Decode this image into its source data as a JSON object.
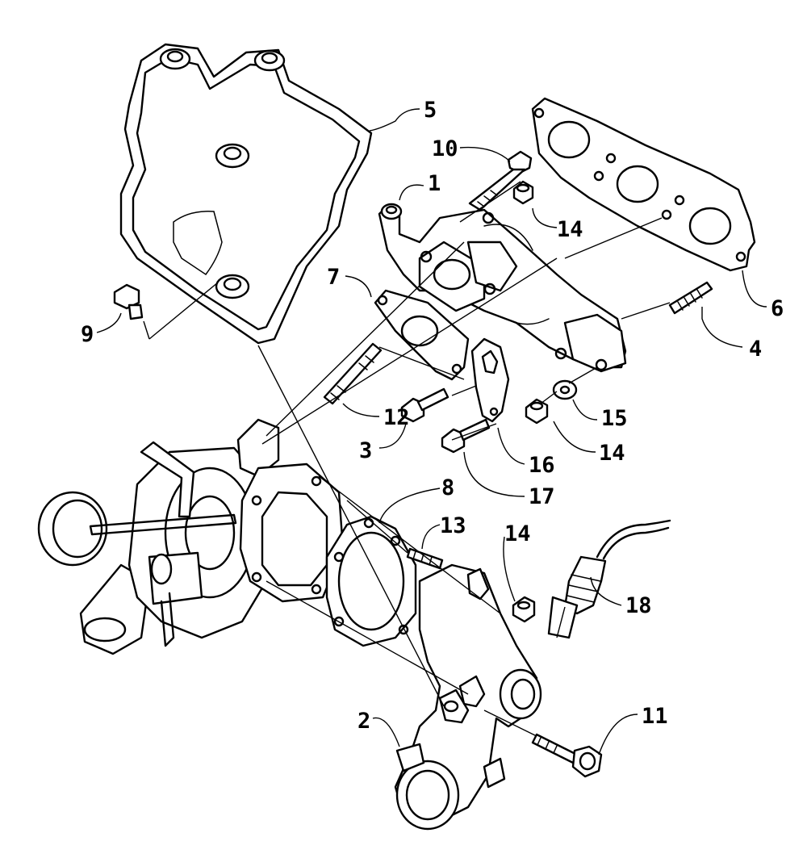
{
  "callouts": {
    "c1": "1",
    "c2": "2",
    "c3": "3",
    "c4": "4",
    "c5": "5",
    "c6": "6",
    "c7": "7",
    "c8": "8",
    "c9": "9",
    "c10": "10",
    "c11": "11",
    "c12": "12",
    "c13": "13",
    "c14a": "14",
    "c14b": "14",
    "c14c": "14",
    "c15": "15",
    "c16": "16",
    "c17": "17",
    "c18": "18"
  }
}
